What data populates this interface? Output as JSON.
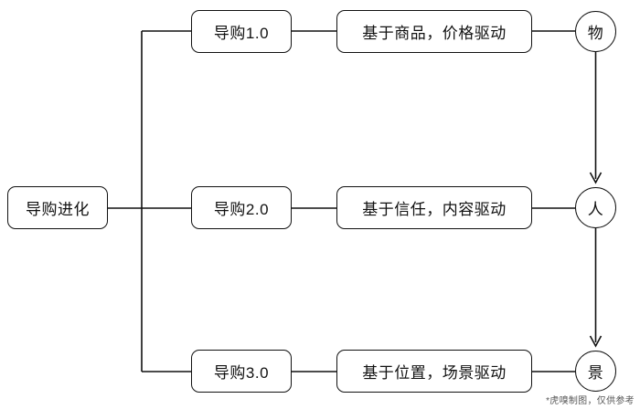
{
  "diagram": {
    "type": "tree",
    "root": {
      "label": "导购进化"
    },
    "stage_nodes": [
      {
        "label": "导购1.0"
      },
      {
        "label": "导购2.0"
      },
      {
        "label": "导购3.0"
      }
    ],
    "description_nodes": [
      {
        "label": "基于商品，价格驱动"
      },
      {
        "label": "基于信任，内容驱动"
      },
      {
        "label": "基于位置，场景驱动"
      }
    ],
    "outcome_nodes": [
      {
        "label": "物"
      },
      {
        "label": "人"
      },
      {
        "label": "景"
      }
    ],
    "footnote": "*虎嗅制图，仅供参考",
    "colors": {
      "stroke": "#111111",
      "background": "#ffffff",
      "footnote": "#555555"
    }
  }
}
